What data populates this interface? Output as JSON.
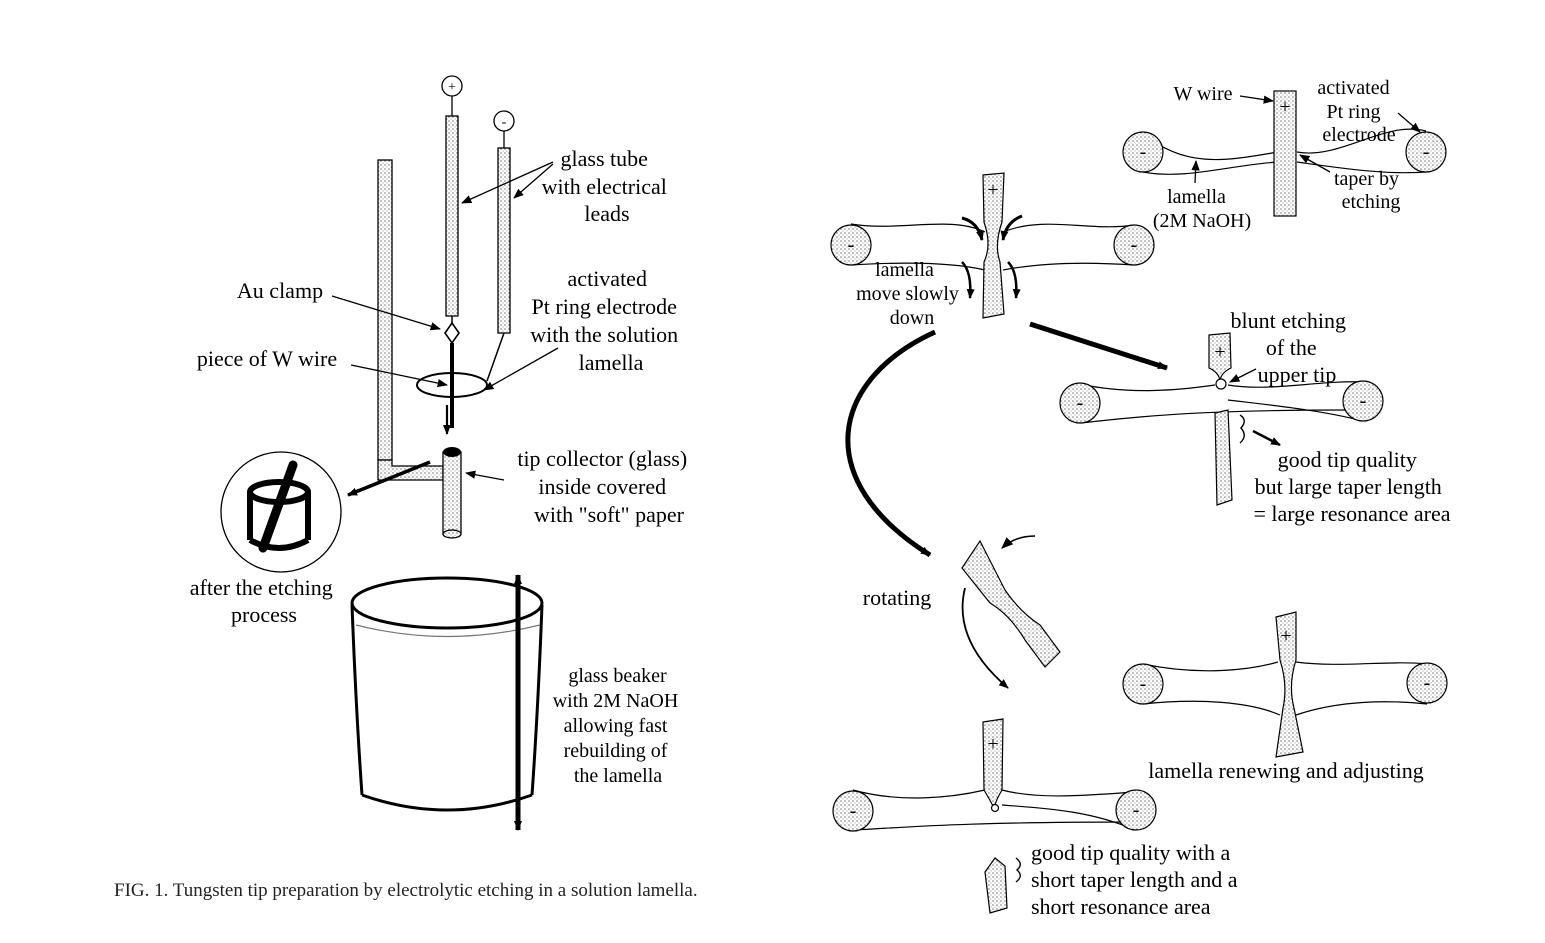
{
  "left_panel": {
    "terminal_plus": "+",
    "terminal_minus": "-",
    "glass_tube": [
      "glass tube",
      "with electrical",
      "leads"
    ],
    "au_clamp": "Au clamp",
    "piece_of_w_wire": "piece of W wire",
    "pt_ring_electrode": [
      "activated",
      "Pt ring electrode",
      "with the solution",
      "lamella"
    ],
    "tip_collector": [
      "tip collector (glass)",
      "inside covered",
      "with \"soft\" paper"
    ],
    "after_etching": [
      "after the etching",
      "process"
    ],
    "glass_beaker": [
      "glass beaker",
      "with 2M NaOH",
      "allowing fast",
      "rebuilding of",
      "the lamella"
    ]
  },
  "right_panel": {
    "plus": "+",
    "minus": "-",
    "w_wire": "W wire",
    "activated_pt_ring": [
      "activated",
      "Pt ring",
      "electrode"
    ],
    "lamella_naoh": [
      "lamella",
      "(2M NaOH)"
    ],
    "taper_by_etching": [
      "taper by",
      "etching"
    ],
    "lamella_move": [
      "lamella",
      "move slowly",
      "down"
    ],
    "blunt_etching": [
      "blunt etching",
      "of the",
      "upper tip"
    ],
    "good_tip_large": [
      "good tip quality",
      "but large taper length",
      "= large resonance area"
    ],
    "rotating": "rotating",
    "lamella_renewing": "lamella renewing and adjusting",
    "good_tip_short": [
      "good tip quality with a",
      "short taper length and a",
      "short resonance area"
    ]
  },
  "caption": "FIG. 1. Tungsten tip preparation by electrolytic etching in a solution lamella."
}
